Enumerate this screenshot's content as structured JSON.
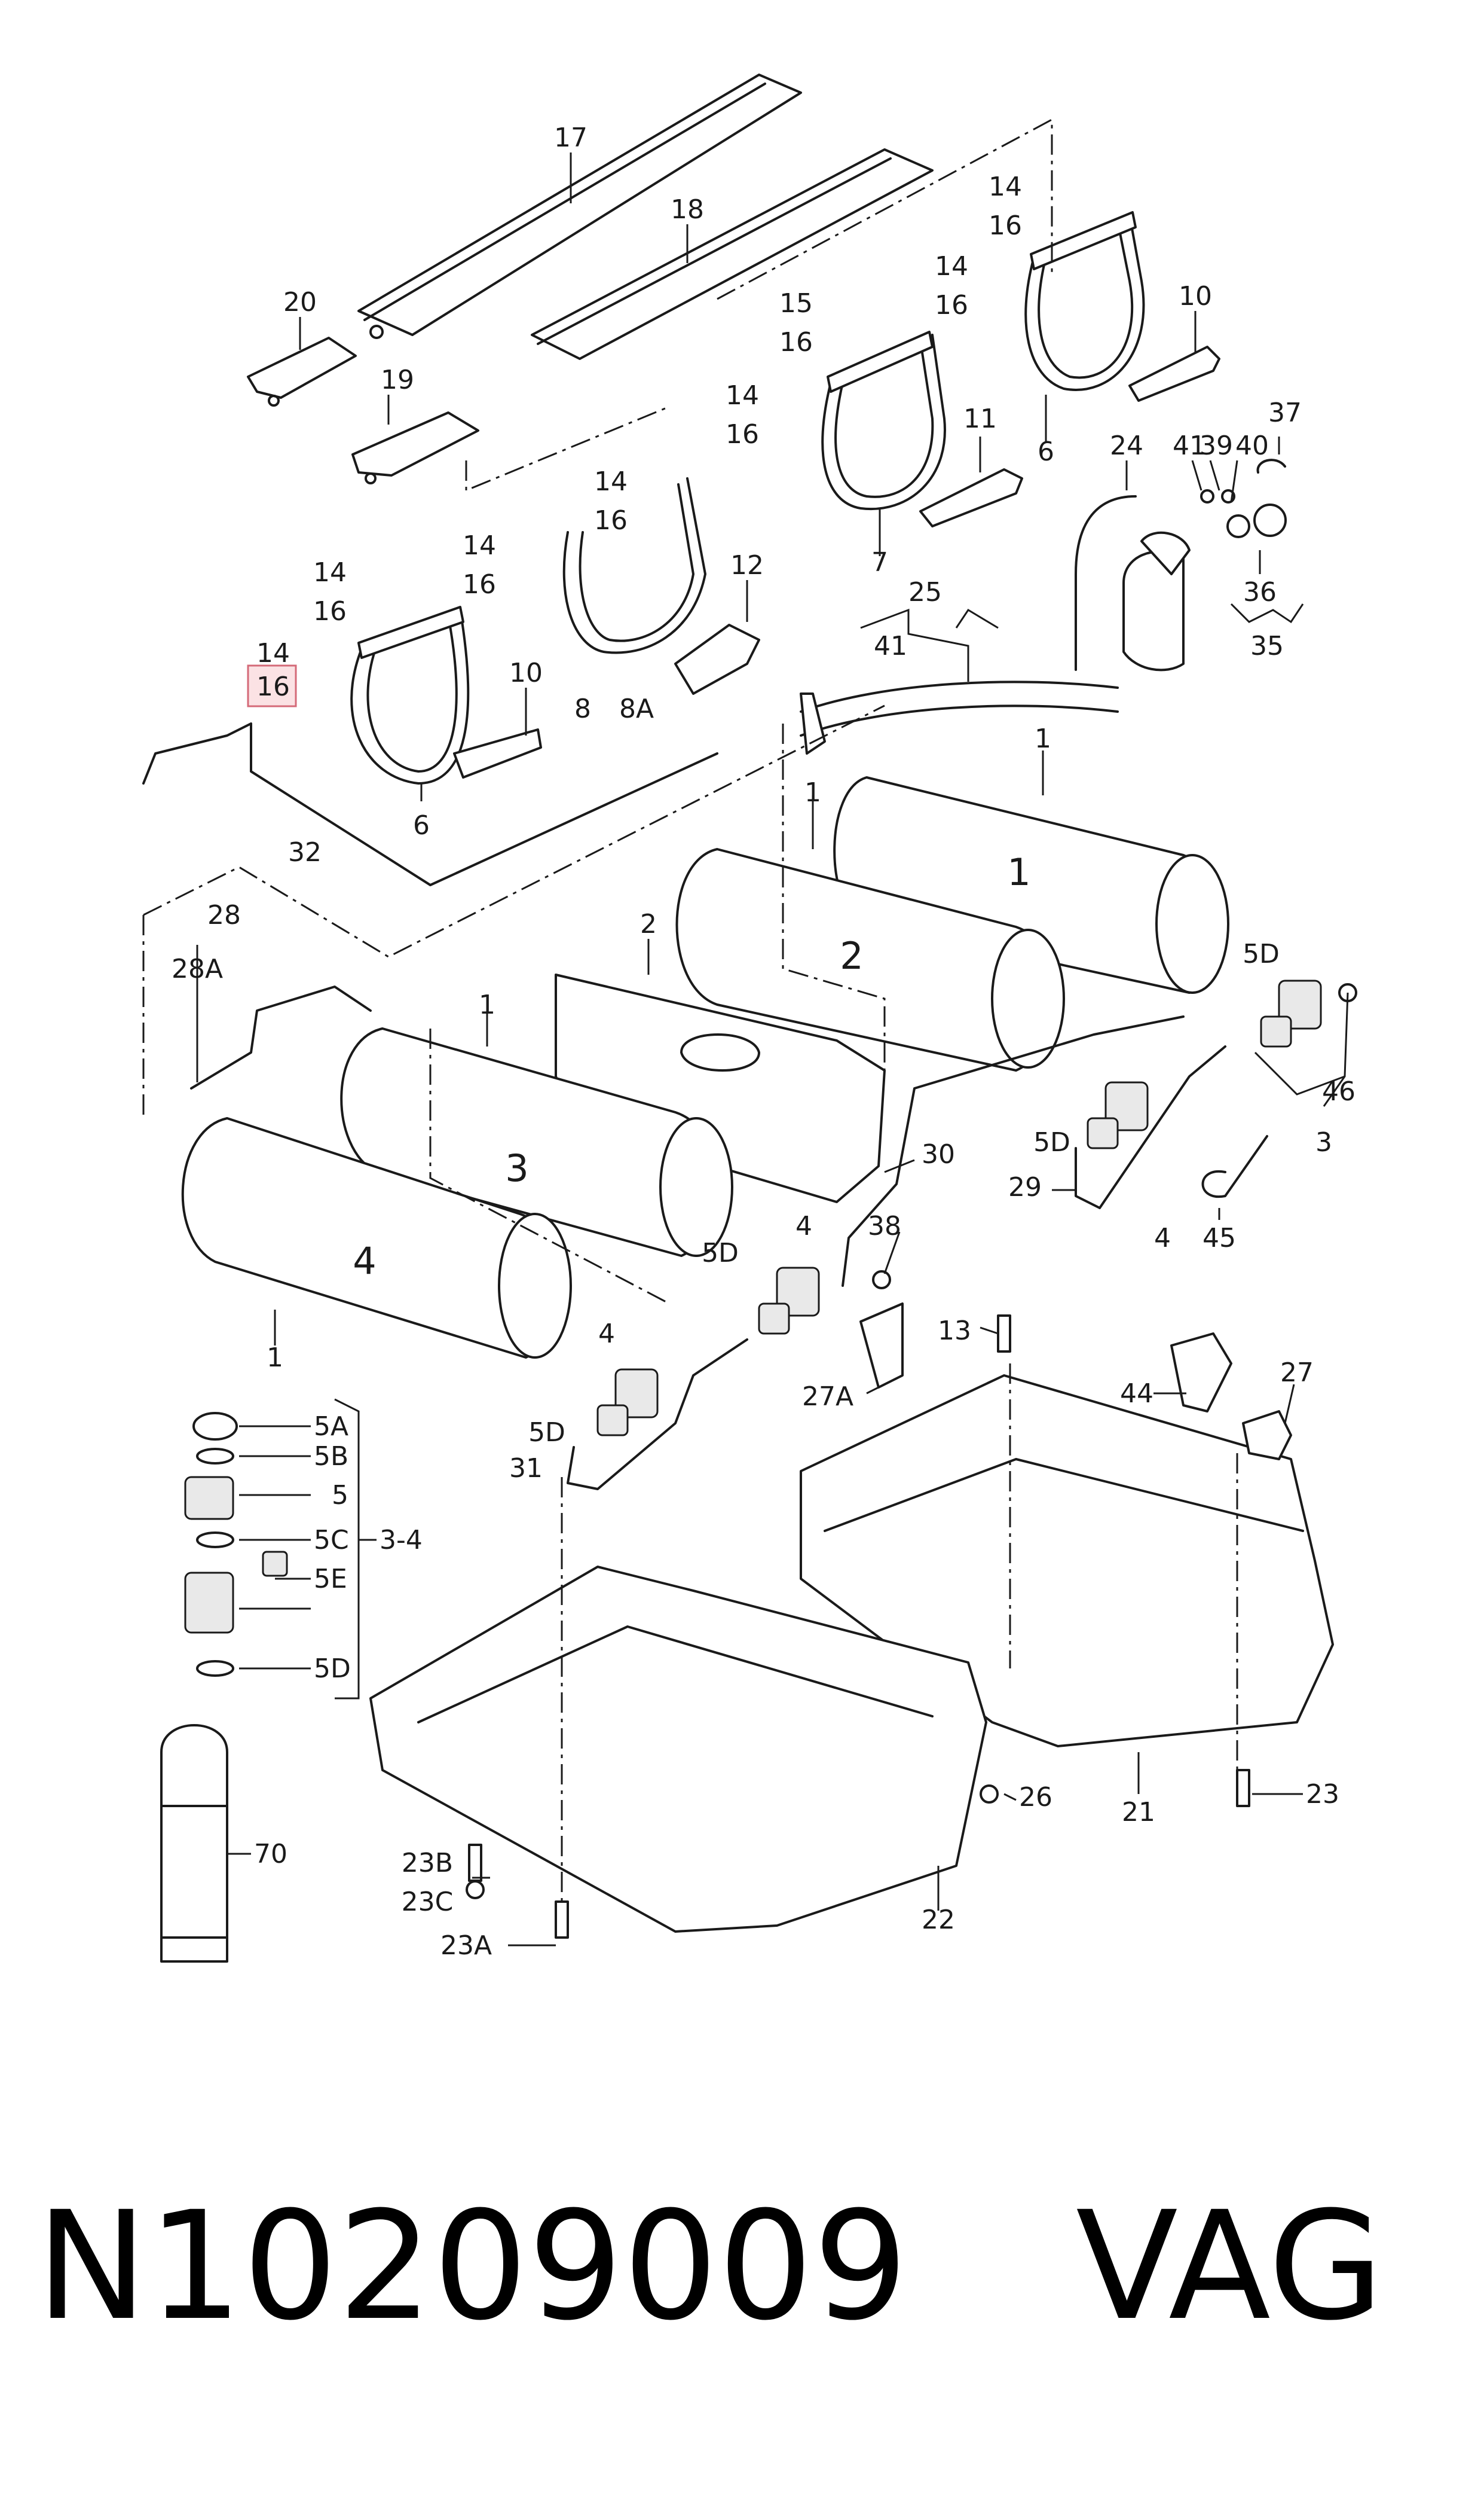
{
  "callouts": {
    "c1": "1",
    "c2": "2",
    "c3": "3",
    "c4": "4",
    "c5": "5",
    "c5a": "5A",
    "c5b": "5B",
    "c5c": "5C",
    "c5d": "5D",
    "c5e": "5E",
    "c6": "6",
    "c7": "7",
    "c8": "8",
    "c8a": "8A",
    "c10": "10",
    "c11": "11",
    "c12": "12",
    "c13": "13",
    "c14": "14",
    "c15": "15",
    "c16": "16",
    "c17": "17",
    "c18": "18",
    "c19": "19",
    "c20": "20",
    "c21": "21",
    "c22": "22",
    "c23": "23",
    "c23a": "23A",
    "c23b": "23B",
    "c23c": "23C",
    "c24": "24",
    "c25": "25",
    "c26": "26",
    "c27": "27",
    "c27a": "27A",
    "c28": "28",
    "c28a": "28A",
    "c29": "29",
    "c30": "30",
    "c31": "31",
    "c32": "32",
    "c34": "3-4",
    "c35": "35",
    "c36": "36",
    "c37": "37",
    "c38": "38",
    "c39": "39",
    "c40": "40",
    "c41": "41",
    "c44": "44",
    "c45": "45",
    "c46": "46",
    "c70": "70"
  },
  "highlight": "16",
  "highlight_color": "#d46a78",
  "footer": {
    "part_number": "N10209009",
    "brand": "VAG"
  }
}
